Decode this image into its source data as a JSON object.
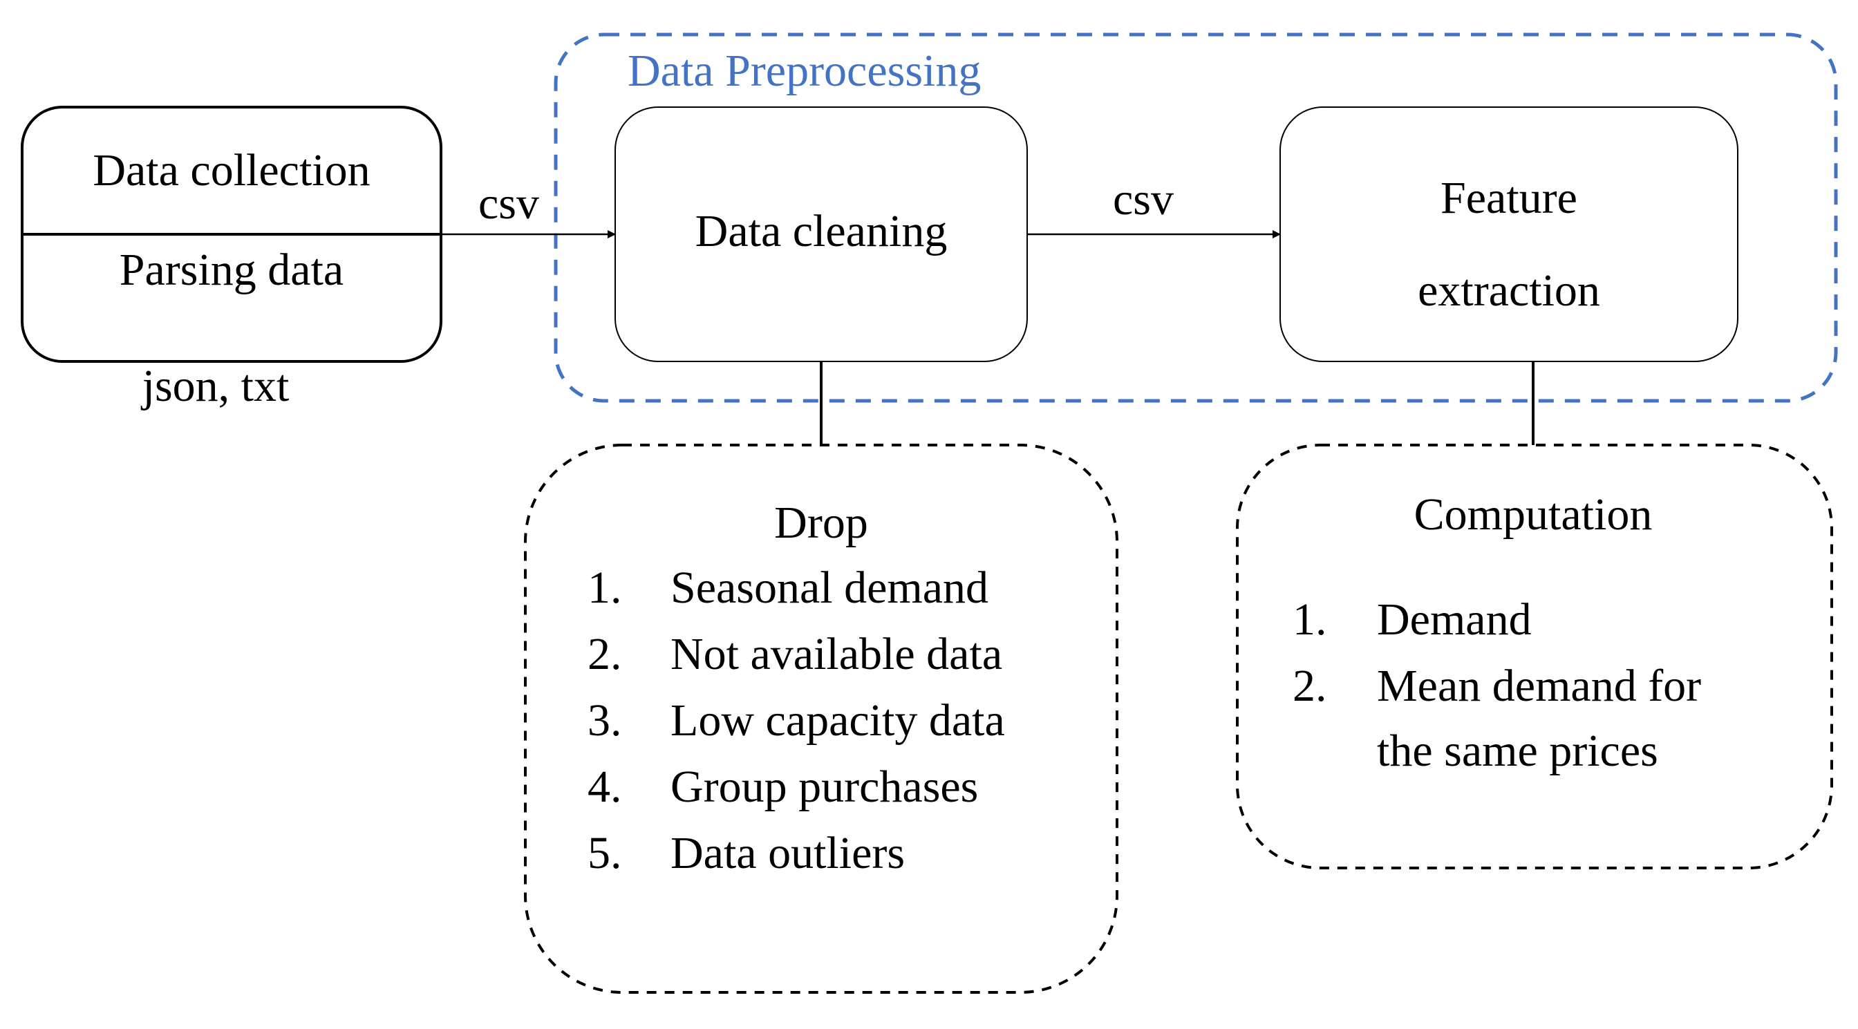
{
  "colors": {
    "ink": "#000000",
    "accent": "#4472c4",
    "background": "#ffffff"
  },
  "collection": {
    "top_label": "Data collection",
    "bottom_label": "Parsing data",
    "format_note": "json, txt"
  },
  "connectors": {
    "collection_to_cleaning": "csv",
    "cleaning_to_extraction": "csv"
  },
  "preprocessing": {
    "title": "Data Preprocessing",
    "cleaning_label": "Data cleaning",
    "extraction_line1": "Feature",
    "extraction_line2": "extraction"
  },
  "drop_box": {
    "title": "Drop",
    "items": [
      {
        "number": "1.",
        "text": "Seasonal demand"
      },
      {
        "number": "2.",
        "text": "Not available data"
      },
      {
        "number": "3.",
        "text": "Low capacity data"
      },
      {
        "number": "4.",
        "text": "Group purchases"
      },
      {
        "number": "5.",
        "text": "Data outliers"
      }
    ]
  },
  "computation_box": {
    "title": "Computation",
    "items": [
      {
        "number": "1.",
        "line1": "Demand",
        "line2": ""
      },
      {
        "number": "2.",
        "line1": "Mean demand for",
        "line2": "the same prices"
      }
    ]
  }
}
